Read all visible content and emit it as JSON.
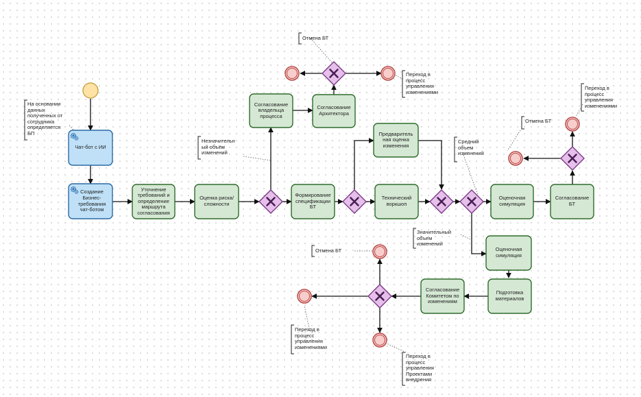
{
  "tasks": {
    "chatbot": "Чат-бот с ИИ",
    "create_bt": "Создание Бизнес-требования чат-ботом",
    "clarify": "Уточнение требований и определение маршрута согласования",
    "risk": "Оценка риска/ сложности",
    "owner_approval": "Согласование владельца процесса",
    "architect_approval": "Согласование Архитектора",
    "bt_spec": "Формирование спецификации БТ",
    "prelim_estimate": "Предваритель ная оценка изменения",
    "tech_workshop": "Технический воркшоп",
    "sim_mid": "Оценочная симуляция",
    "approve_bt": "Согласование БТ",
    "sim_big": "Оценочная симуляция",
    "materials": "Подготовка материалов",
    "committee": "Согласование Комитетом по изменениям"
  },
  "annotations": {
    "employee_data": "На основании данных полученных от сотрудника определяется БП",
    "cancel_top": "Отмена БТ",
    "change_mgmt_top": "Переход в процесс управления изменениями",
    "minor": "Незначительн ый объём изменений",
    "medium": "Средний объем изменений",
    "cancel_right": "Отмена БТ",
    "change_mgmt_right": "Переход в процесс управления изменениями",
    "significant": "Значительный объем изменений",
    "cancel_bottom": "Отмена БТ",
    "change_mgmt_bottom": "Переход в процесс управления изменениями",
    "projects_bottom": "Переход в процесс управления Проектами внедрения"
  },
  "colors": {
    "task_green_fill": "#d5e8d4",
    "task_green_stroke": "#2e6b2a",
    "task_blue_fill": "#bfe0f7",
    "task_blue_stroke": "#2c6aa6",
    "gateway_fill": "#e6bfea",
    "gateway_stroke": "#7a3a86",
    "start_fill": "#ffe3a6",
    "start_stroke": "#c9a64a",
    "end_fill": "#f8cecc",
    "end_stroke": "#b84a48"
  },
  "icons": {
    "gateway": "x-exclusive-gateway-icon",
    "service_task": "gear-icon"
  }
}
